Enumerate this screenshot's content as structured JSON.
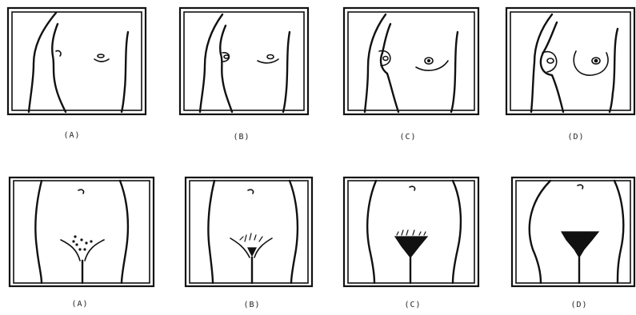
{
  "rows": [
    {
      "id": "breast-stages",
      "panels": [
        {
          "label": "(A)"
        },
        {
          "label": "(B)"
        },
        {
          "label": "(C)"
        },
        {
          "label": "(D)"
        }
      ]
    },
    {
      "id": "pubic-hair-stages",
      "panels": [
        {
          "label": "(A)"
        },
        {
          "label": "(B)"
        },
        {
          "label": "(C)"
        },
        {
          "label": "(D)"
        }
      ]
    }
  ]
}
